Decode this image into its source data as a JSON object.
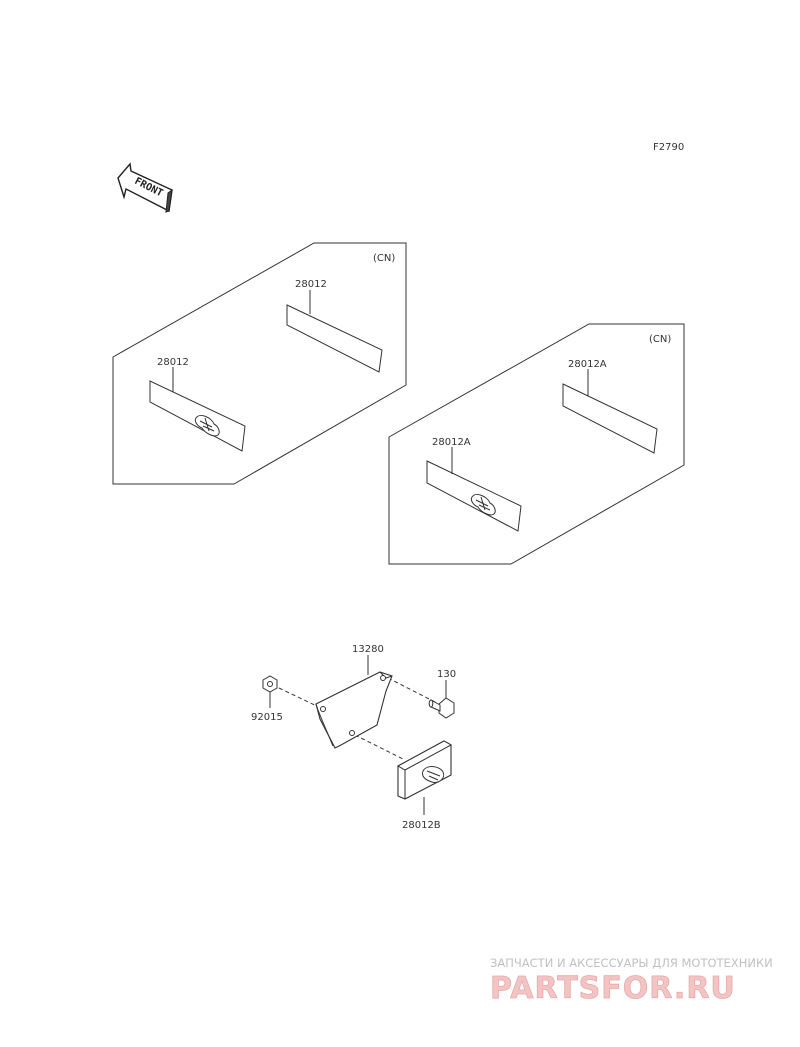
{
  "figure_code": "F2790",
  "front_label": "FRONT",
  "groups": [
    {
      "variant": "(CN)",
      "parts": [
        "28012",
        "28012"
      ]
    },
    {
      "variant": "(CN)",
      "parts": [
        "28012A",
        "28012A"
      ]
    }
  ],
  "bracket_assembly": {
    "bracket": "13280",
    "bolt": "130",
    "nut": "92015",
    "reflector": "28012B"
  },
  "watermark": {
    "caption": "ЗАПЧАСТИ И АКСЕССУАРЫ ДЛЯ МОТОТЕХНИКИ",
    "logo_text": "PARTSFOR.RU"
  }
}
